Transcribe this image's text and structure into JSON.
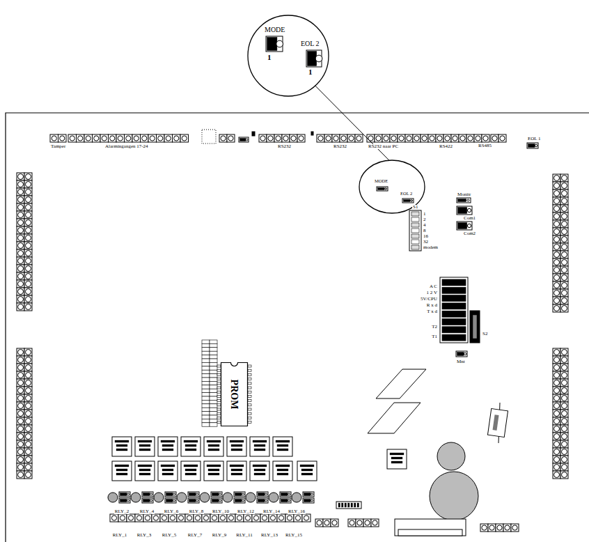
{
  "diagram": {
    "nodes": [
      {
        "text": [
          "MODE",
          "1",
          "EOL 2",
          "1"
        ]
      },
      {
        "text": [
          "MODE",
          "EOL 2"
        ]
      },
      {
        "text": [
          "PROM"
        ]
      }
    ],
    "edges": [
      {
        "from": 1,
        "to": 0,
        "arrow": "none"
      }
    ],
    "labels": [
      "Tamper",
      "Alarmingangen 17-24",
      "RS232",
      "RS232",
      "RS232 naar PC",
      "RS422",
      "RS485",
      "EOL 1",
      "Monitr",
      "Com1",
      "Com2",
      "S1",
      "1",
      "2",
      "4",
      "8",
      "16",
      "32",
      "modem",
      "A C",
      "1 2 V",
      "5V/CPU",
      "R x d",
      "T x d",
      "T2",
      "T1",
      "S2",
      "Mnt",
      "RLY_2",
      "RLY_4",
      "RLY_6",
      "RLY_8",
      "RLY_10",
      "RLY_12",
      "RLY_14",
      "RLY_16",
      "RLY_1",
      "RLY_3",
      "RLY_5",
      "RLY_7",
      "RLY_9",
      "RLY_11",
      "RLY_13",
      "RLY_15"
    ]
  }
}
